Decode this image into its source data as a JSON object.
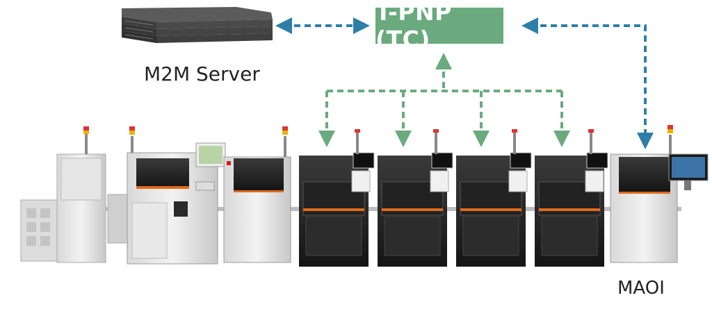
{
  "nodes": {
    "controller": "T-PNP (TC)",
    "server": "M2M Server",
    "inspection": "MAOI"
  },
  "colors": {
    "controller_box": "#6aaa7e",
    "link_server": "#2e7fa8",
    "link_machines": "#6aaa7e"
  }
}
